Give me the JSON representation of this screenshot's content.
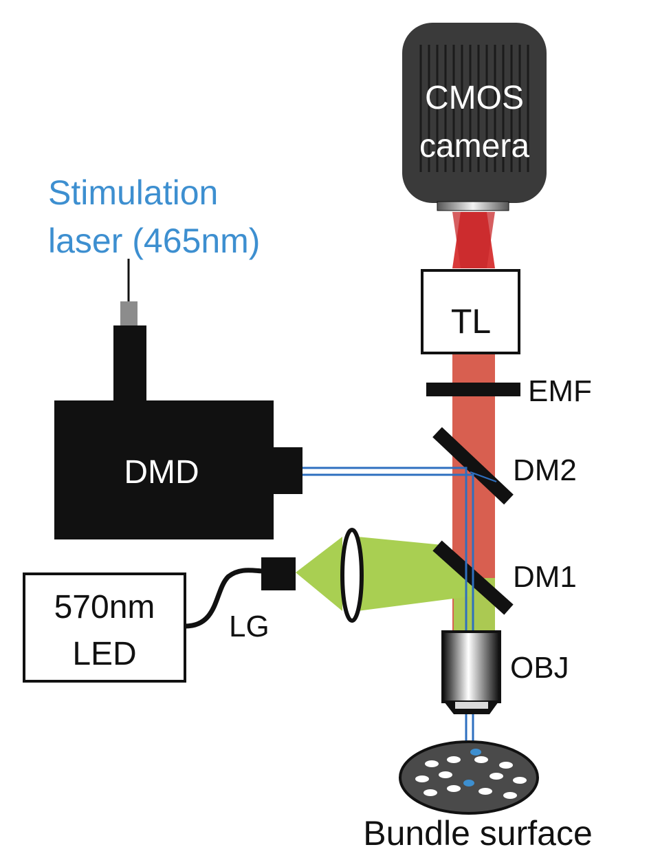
{
  "labels": {
    "stimulation_line1": "Stimulation",
    "stimulation_line2": "laser (465nm)",
    "camera_line1": "CMOS",
    "camera_line2": "camera",
    "tube_lens": "TL",
    "emission_filter": "EMF",
    "dmd": "DMD",
    "dichroic_2": "DM2",
    "dichroic_1": "DM1",
    "led_line1": "570nm",
    "led_line2": "LED",
    "light_guide": "LG",
    "objective": "OBJ",
    "bundle": "Bundle surface"
  },
  "colors": {
    "stimulation_text": "#3d8fd0",
    "blue_beam": "#2e6fbf",
    "red_beam": "#d85f50",
    "red_beam_dark": "#c8282b",
    "green_beam": "#a9cf52",
    "device_black": "#111111",
    "camera_body": "#3a3a3a",
    "label_text": "#111111"
  },
  "icons": {
    "camera": "cmos-camera-icon",
    "laser": "laser-module-icon",
    "lens": "lens-icon",
    "objective": "objective-icon",
    "bundle": "fiber-bundle-icon"
  }
}
